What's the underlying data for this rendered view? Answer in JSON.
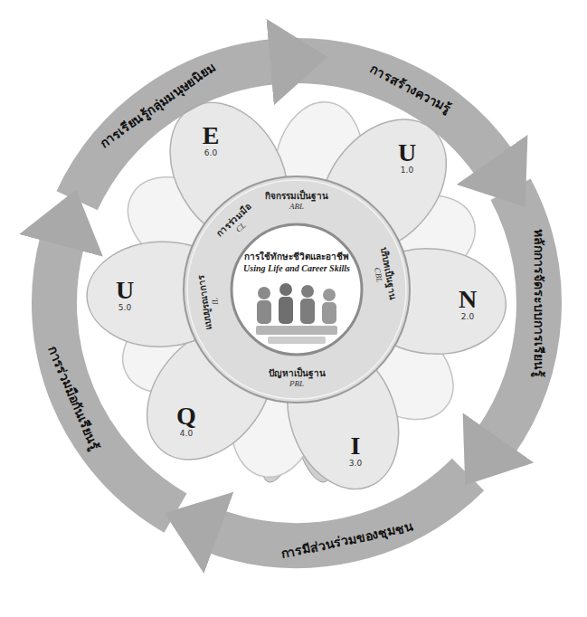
{
  "diagram": {
    "nodes": [
      {
        "text": [
          "การสร้างความรู้"
        ]
      },
      {
        "text": [
          "หลักการจัดระบบการเรียนรู้"
        ]
      },
      {
        "text": [
          "การมีส่วนร่วมของชุมชน"
        ]
      },
      {
        "text": [
          "การร่วมมือกันเรียนรู้"
        ]
      },
      {
        "text": [
          "การเรียนรู้กลุ่มมนุษยนิยม"
        ]
      },
      {
        "text": [
          "U",
          "1.0"
        ]
      },
      {
        "text": [
          "N",
          "2.0"
        ]
      },
      {
        "text": [
          "I",
          "3.0"
        ]
      },
      {
        "text": [
          "Q",
          "4.0"
        ]
      },
      {
        "text": [
          "U",
          "5.0"
        ]
      },
      {
        "text": [
          "E",
          "6.0"
        ]
      },
      {
        "text": [
          "กิจกรรมเป็นฐาน",
          "ABL"
        ]
      },
      {
        "text": [
          "บริบทเป็นฐาน",
          "CBL"
        ]
      },
      {
        "text": [
          "ปัญหาเป็นฐาน",
          "PBL"
        ]
      },
      {
        "text": [
          "แบบบูรณาการ",
          "IL"
        ]
      },
      {
        "text": [
          "การร่วมมือ",
          "CL"
        ]
      },
      {
        "text": [
          "การใช้ทักษะชีวิตและอาชีพ",
          "Using Life and Career Skills"
        ]
      }
    ]
  }
}
